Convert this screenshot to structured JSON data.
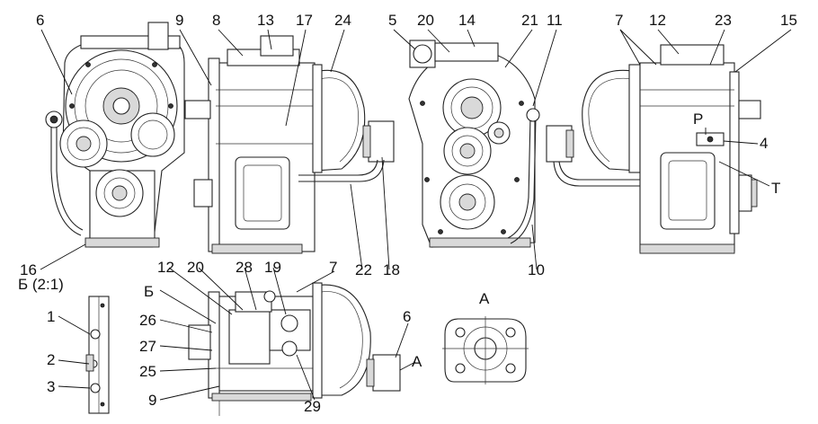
{
  "labels": {
    "n1": "1",
    "n2": "2",
    "n3": "3",
    "n4": "4",
    "n5": "5",
    "n6a": "6",
    "n6b": "6",
    "n7a": "7",
    "n7b": "7",
    "n8": "8",
    "n9a": "9",
    "n9b": "9",
    "n10": "10",
    "n11": "11",
    "n12a": "12",
    "n12b": "12",
    "n13": "13",
    "n14": "14",
    "n15": "15",
    "n16": "16",
    "n17": "17",
    "n18": "18",
    "n19": "19",
    "n20a": "20",
    "n20b": "20",
    "n21": "21",
    "n22": "22",
    "n23": "23",
    "n24": "24",
    "n25": "25",
    "n26": "26",
    "n27": "27",
    "n28": "28",
    "n29": "29",
    "P": "P",
    "T": "T",
    "A1": "A",
    "A2": "A",
    "B1": "Б",
    "detailB": "Б (2:1)"
  }
}
